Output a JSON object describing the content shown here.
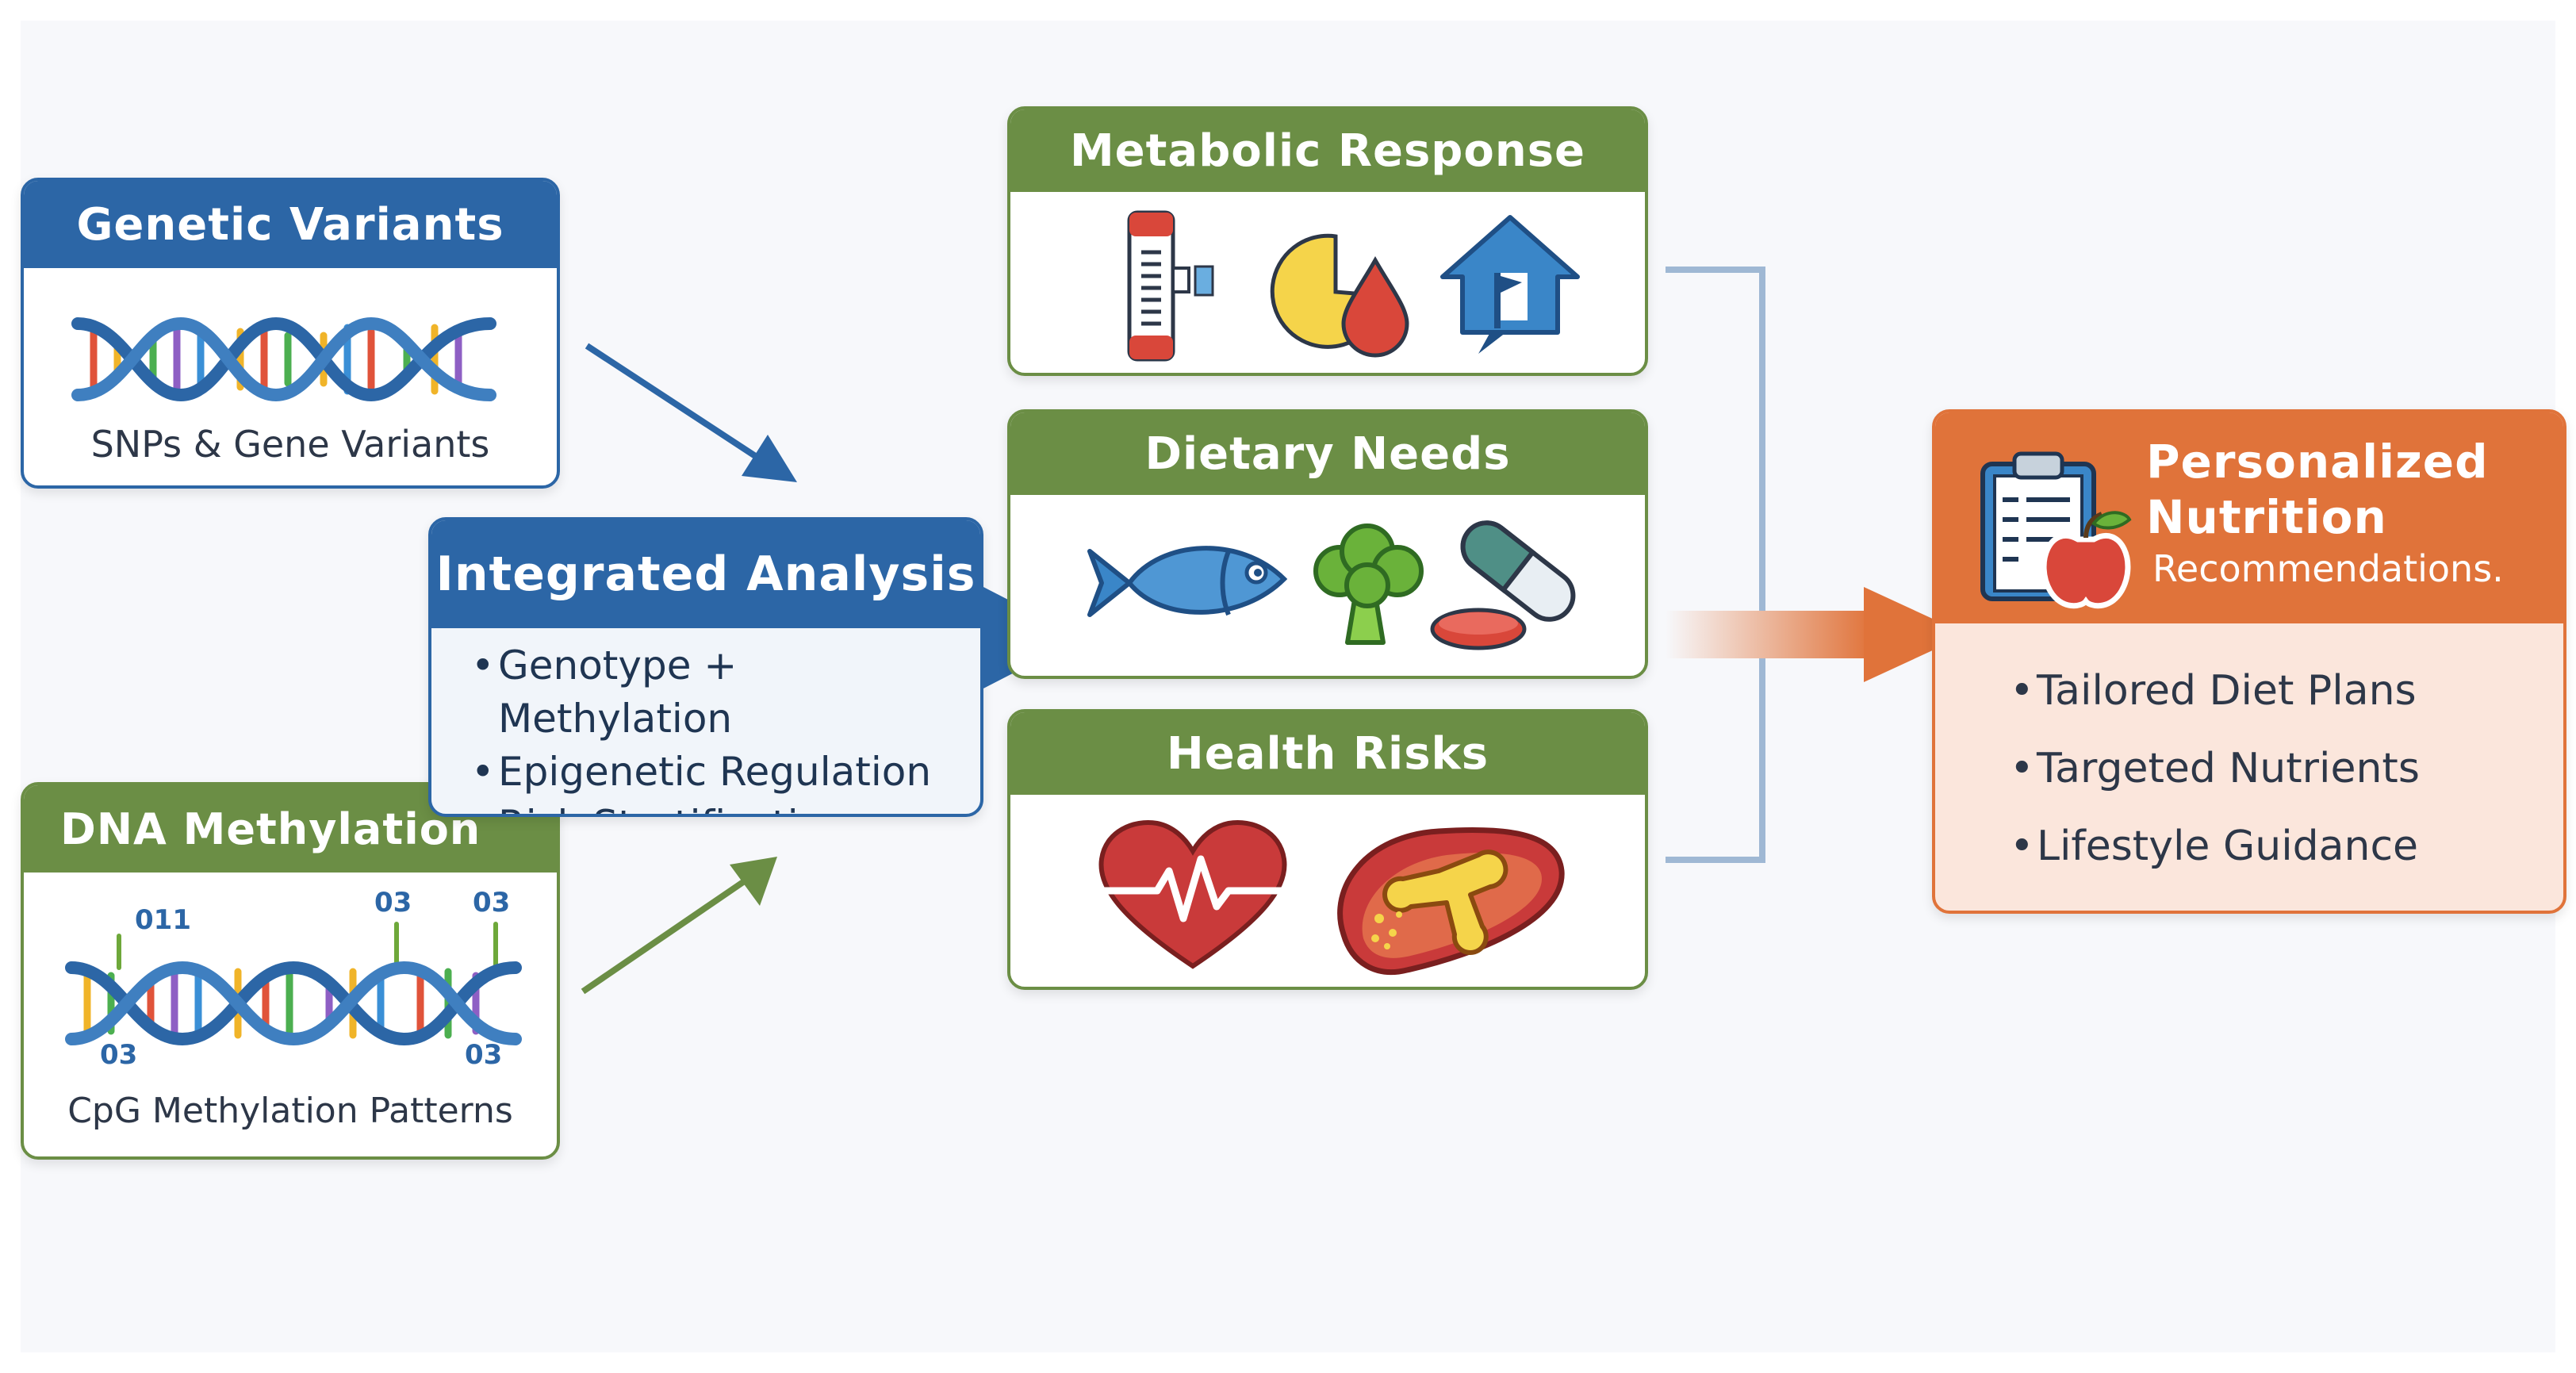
{
  "genetic_variants": {
    "title": "Genetic Variants",
    "caption": "SNPs & Gene Variants"
  },
  "dna_methylation": {
    "title": "DNA Methylation",
    "caption": "CpG Methylation Patterns",
    "labels": [
      "011",
      "03",
      "03",
      "03",
      "03"
    ]
  },
  "integrated_analysis": {
    "title": "Integrated Analysis",
    "items": [
      "Genotype + Methylation",
      "Epigenetic Regulation",
      "Risk Stratification"
    ]
  },
  "metabolic_response": {
    "title": "Metabolic Response",
    "icons": [
      "glucose-meter-icon",
      "pie-drop-icon",
      "house-flag-icon"
    ]
  },
  "dietary_needs": {
    "title": "Dietary Needs",
    "icons": [
      "fish-icon",
      "broccoli-icon",
      "capsule-icon",
      "pill-icon"
    ]
  },
  "health_risks": {
    "title": "Health Risks",
    "icons": [
      "heart-pulse-icon",
      "liver-icon"
    ]
  },
  "recommendations": {
    "title_line1": "Personalized",
    "title_line2": "Nutrition",
    "title_line3": "Recommendations.",
    "items": [
      "Tailored Diet Plans",
      "Targeted Nutrients",
      "Lifestyle Guidance"
    ],
    "icon": "clipboard-apple-icon"
  },
  "colors": {
    "blue_header": "#2c66a6",
    "green_header": "#6b8e45",
    "orange_header": "#e0733a",
    "orange_body": "#fbe6dc"
  }
}
